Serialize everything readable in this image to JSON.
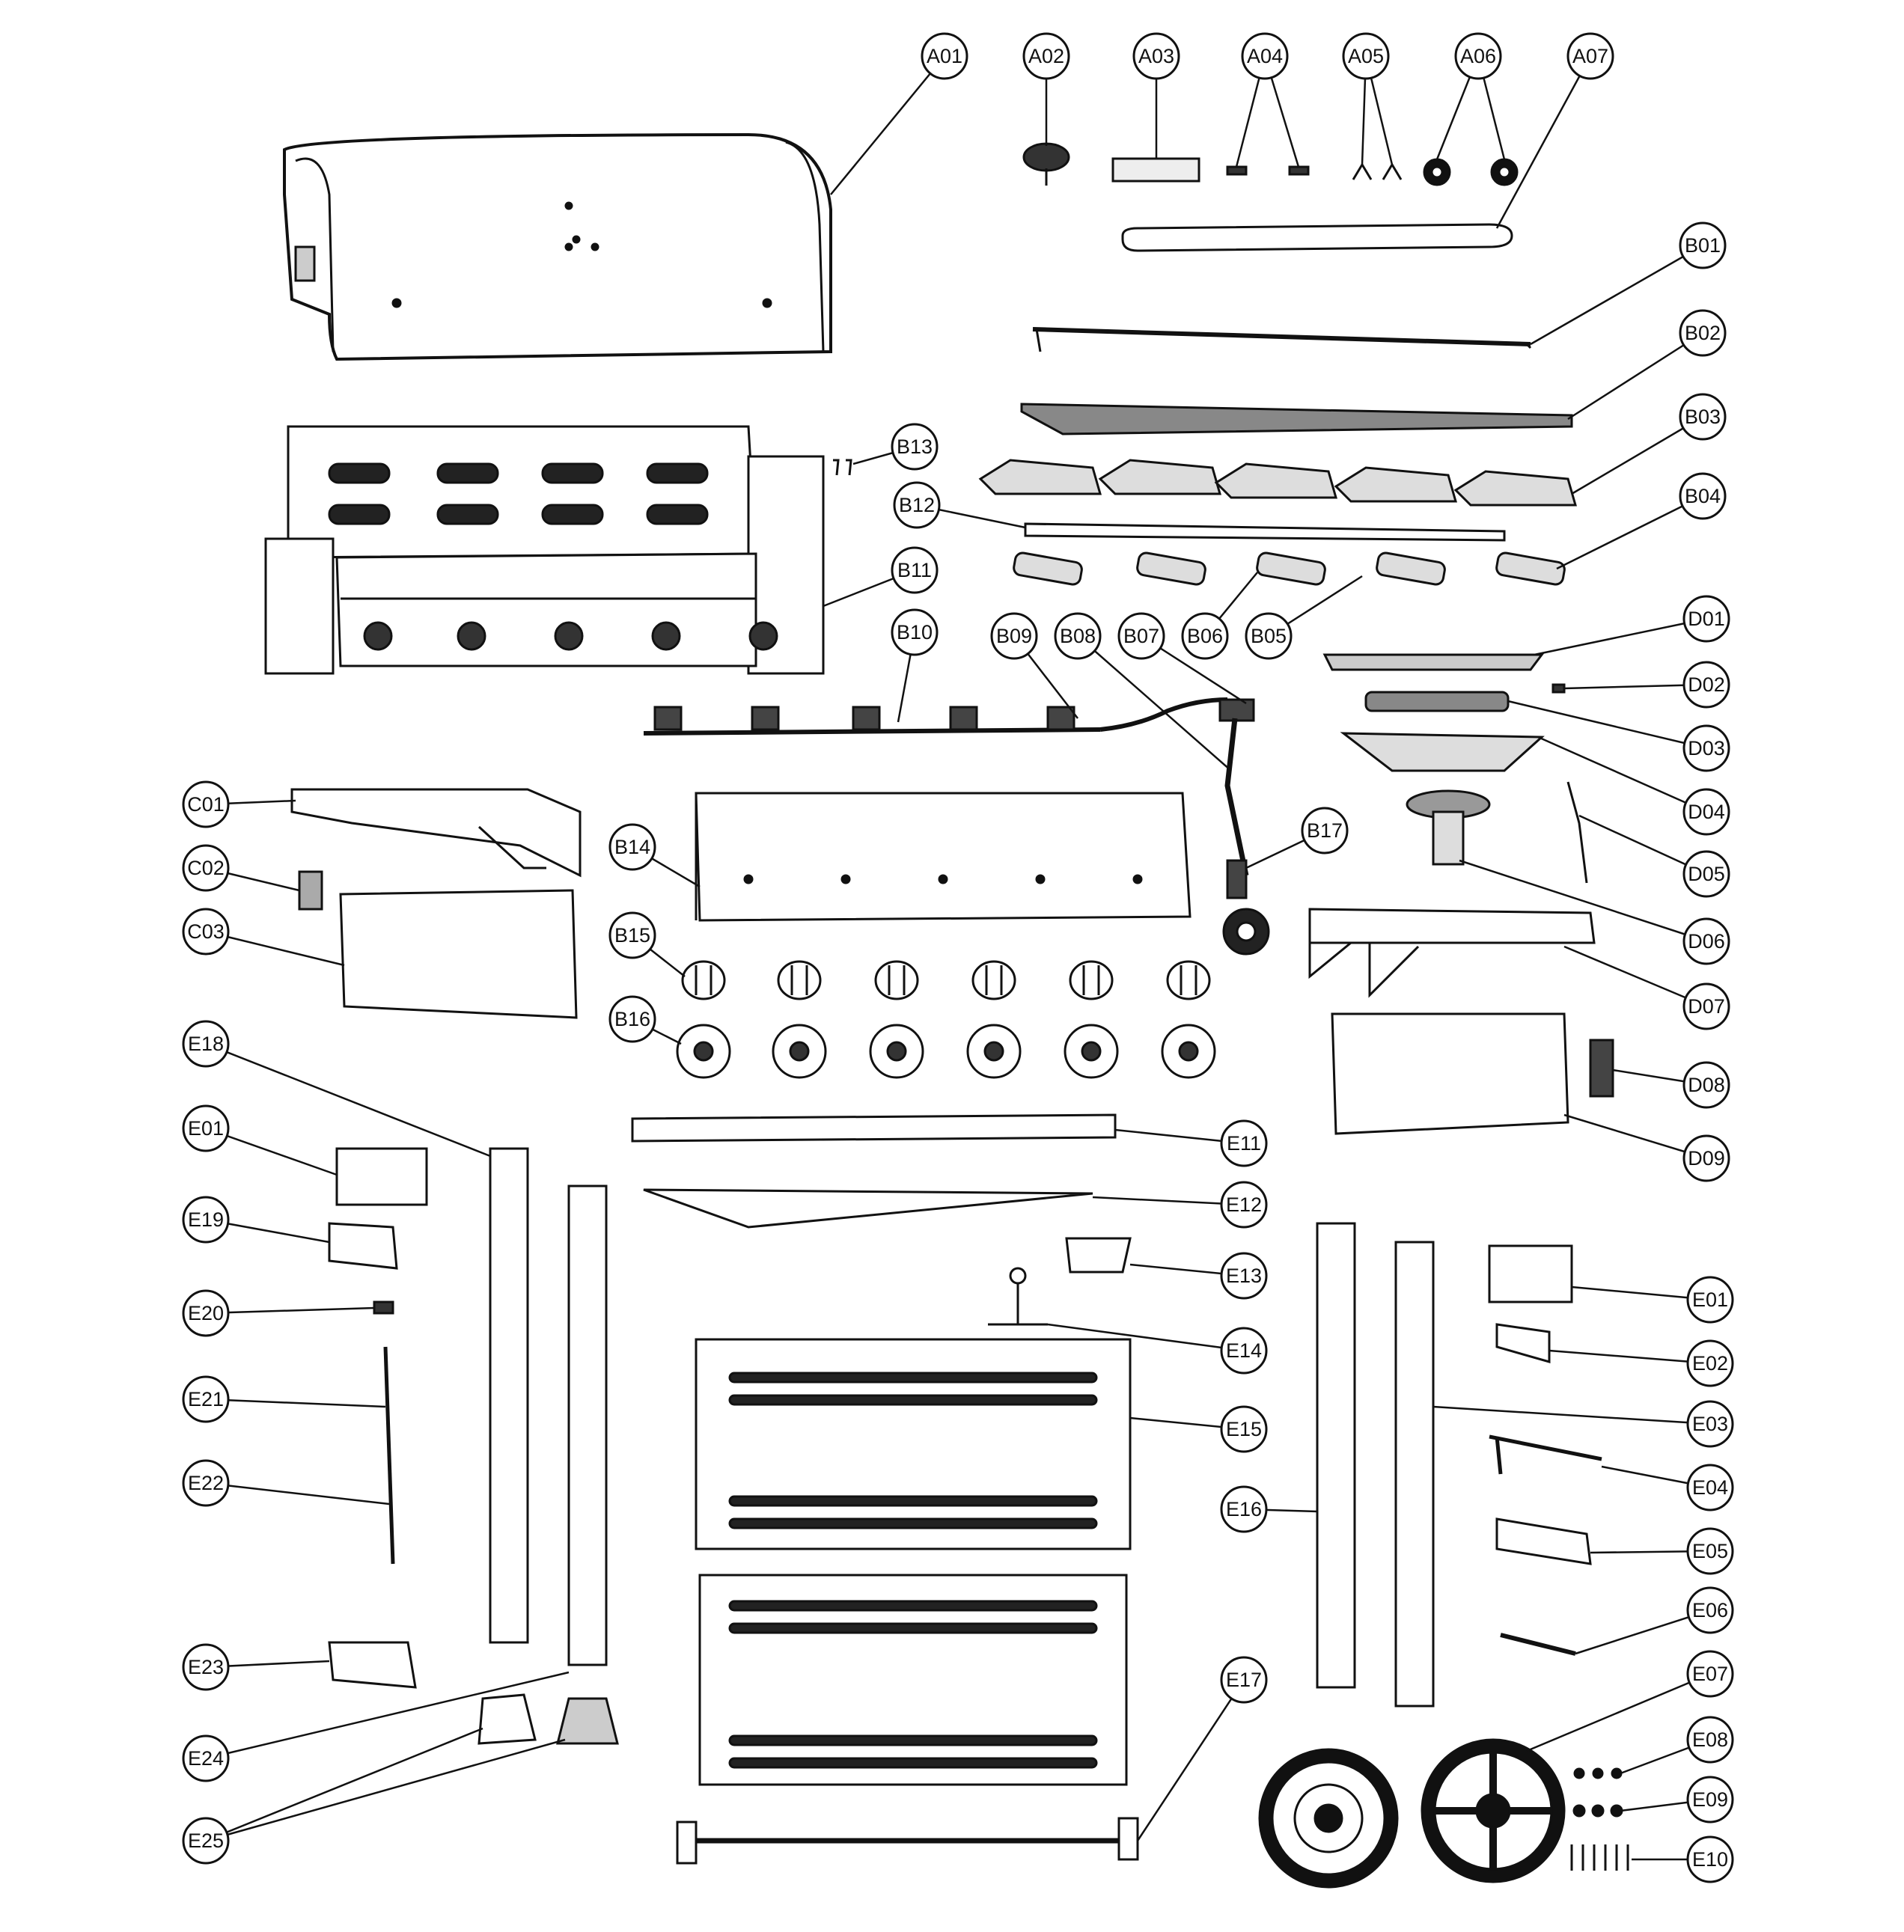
{
  "labels": {
    "A01": "A01",
    "A02": "A02",
    "A03": "A03",
    "A04": "A04",
    "A05": "A05",
    "A06": "A06",
    "A07": "A07",
    "B01": "B01",
    "B02": "B02",
    "B03": "B03",
    "B04": "B04",
    "B05": "B05",
    "B06": "B06",
    "B07": "B07",
    "B08": "B08",
    "B09": "B09",
    "B10": "B10",
    "B11": "B11",
    "B12": "B12",
    "B13": "B13",
    "B14": "B14",
    "B15": "B15",
    "B16": "B16",
    "B17": "B17",
    "C01": "C01",
    "C02": "C02",
    "C03": "C03",
    "D01": "D01",
    "D02": "D02",
    "D03": "D03",
    "D04": "D04",
    "D05": "D05",
    "D06": "D06",
    "D07": "D07",
    "D08": "D08",
    "D09": "D09",
    "E01L": "E01",
    "E01R": "E01",
    "E02": "E02",
    "E03": "E03",
    "E04": "E04",
    "E05": "E05",
    "E06": "E06",
    "E07": "E07",
    "E08": "E08",
    "E09": "E09",
    "E10": "E10",
    "E11": "E11",
    "E12": "E12",
    "E13": "E13",
    "E14": "E14",
    "E15": "E15",
    "E16": "E16",
    "E17": "E17",
    "E18": "E18",
    "E19": "E19",
    "E20": "E20",
    "E21": "E21",
    "E22": "E22",
    "E23": "E23",
    "E24": "E24",
    "E25": "E25"
  },
  "colors": {
    "ink": "#111111",
    "paper": "#ffffff",
    "shade": "#d9d9d9"
  }
}
